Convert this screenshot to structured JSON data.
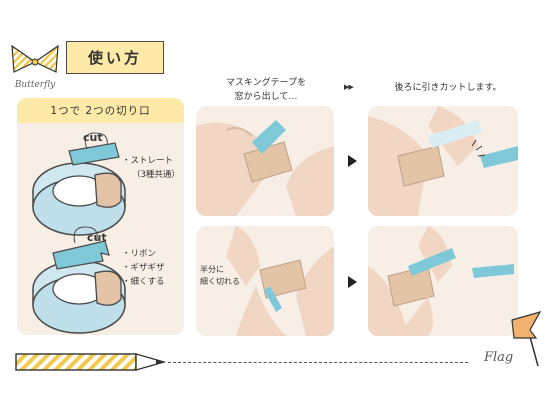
{
  "logo": {
    "text": "Butterfly"
  },
  "title": "使い方",
  "steps": {
    "step1_line1": "マスキングテープを",
    "step1_line2": "窓から出して…",
    "step2": "後ろに引きカットします。",
    "step2_marker": "▶▶"
  },
  "left_panel": {
    "heading": "1つで 2つの切り口",
    "cut_label": "cut",
    "group1": {
      "item1": "ストレート",
      "item1_sub": "（3種共通）"
    },
    "group2": {
      "item1": "リボン",
      "item2": "ギザギザ",
      "item3": "細くする"
    }
  },
  "bottom_photo_caption": {
    "line1": "半分に",
    "line2": "細く切れる"
  },
  "footer": {
    "flag_text": "Flag"
  },
  "colors": {
    "cream": "#fde9a8",
    "panel": "#f7efe6",
    "tape_blue": "#7ec8d8",
    "dispenser": "#e4c4a6",
    "flag_orange": "#f3b170"
  }
}
